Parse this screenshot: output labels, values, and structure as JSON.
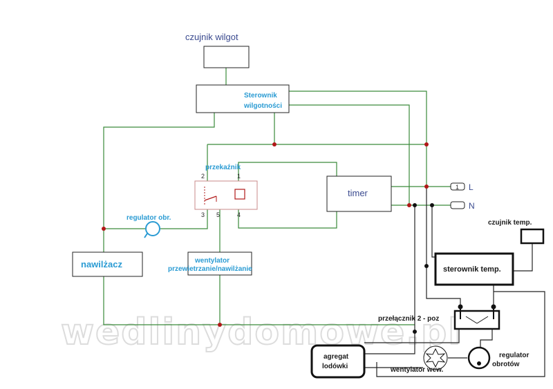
{
  "watermark": "wedlinydomowe.pl",
  "components": {
    "humidity_sensor": "czujnik wilgot",
    "humidity_controller_line1": "Sterownik",
    "humidity_controller_line2": "wilgotności",
    "relay": "przekaźnik",
    "relay_pins": [
      "2",
      "1",
      "3",
      "5",
      "4"
    ],
    "speed_regulator_top": "regulator obr.",
    "timer": "timer",
    "humidifier": "nawilżacz",
    "fan_line1": "wentylator",
    "fan_line2": "przewietrzanie/nawilżanie",
    "temp_sensor": "czujnik temp.",
    "temp_controller": "sterownik temp.",
    "switch_2pos": "przełącznik 2 - poz",
    "fridge_unit_line1": "agregat",
    "fridge_unit_line2": "lodówki",
    "internal_fan": "wentylator wew.",
    "speed_regulator_bottom_line1": "regulator",
    "speed_regulator_bottom_line2": "obrotów"
  },
  "terminals": {
    "L": {
      "number": "1",
      "label": "L"
    },
    "N": {
      "number": "",
      "label": "N"
    }
  },
  "colors": {
    "wire": "#3a8a3a",
    "junction": "#b01818",
    "box": "#222222",
    "label_blue": "#2a9bd3",
    "label_navy": "#3a4a8f"
  }
}
